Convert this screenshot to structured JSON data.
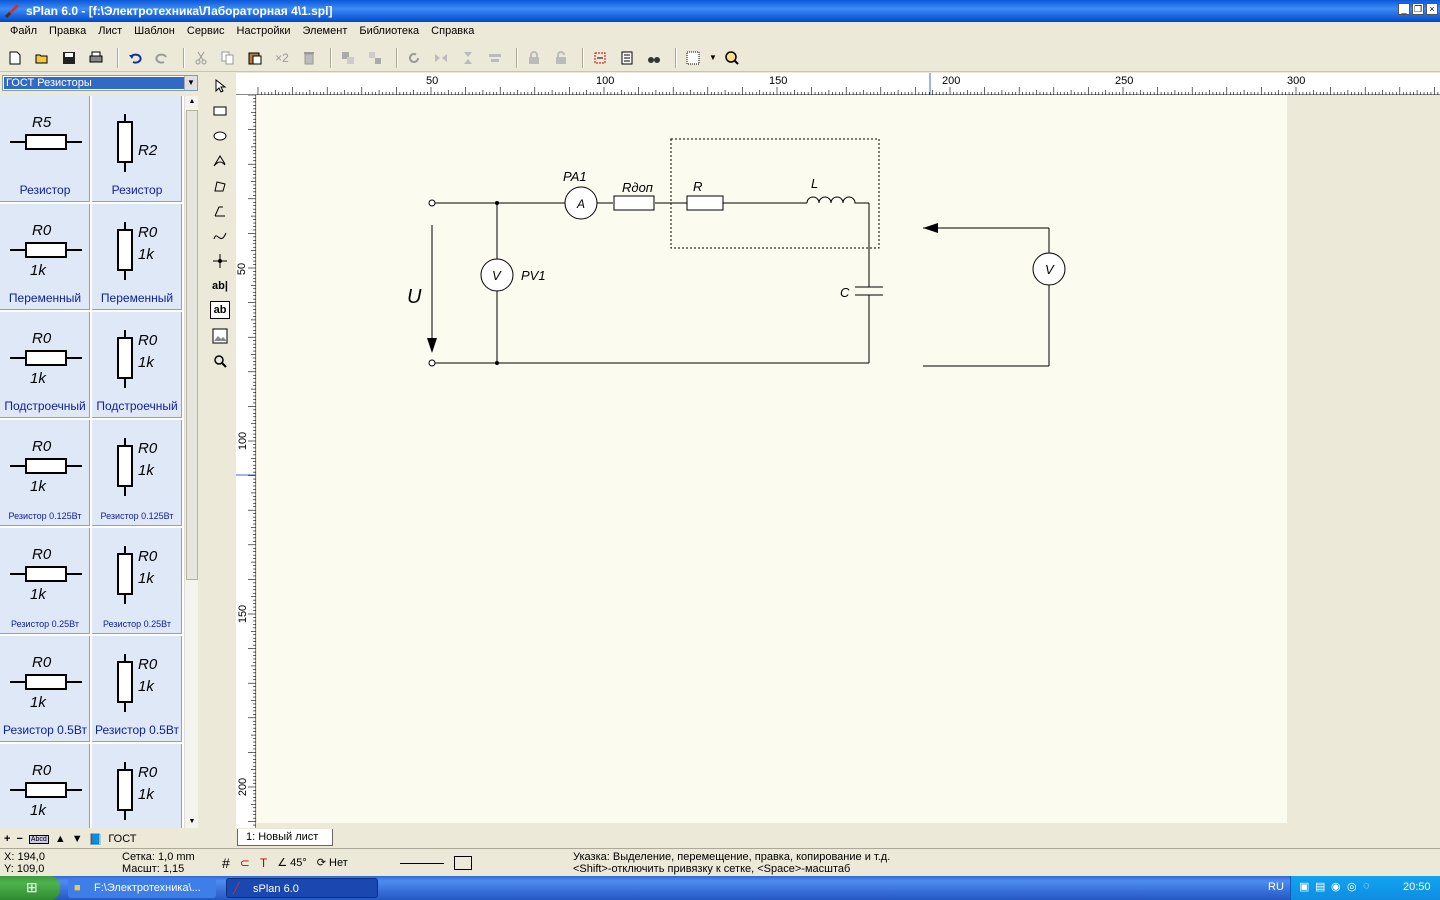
{
  "window": {
    "title": "sPlan 6.0 - [f:\\Электротехника\\Лабораторная 4\\1.spl]"
  },
  "menu": [
    "Файл",
    "Правка",
    "Лист",
    "Шаблон",
    "Сервис",
    "Настройки",
    "Элемент",
    "Библиотека",
    "Справка"
  ],
  "toolbar": {
    "buttons": [
      "new-icon",
      "open-icon",
      "save-icon",
      "print-icon",
      "sep",
      "undo-icon",
      "redo-icon",
      "sep",
      "cut-icon",
      "copy-icon",
      "paste-icon",
      "duplicate-icon",
      "delete-icon",
      "sep",
      "group-icon",
      "ungroup-icon",
      "sep",
      "rotate-icon",
      "mirror-h-icon",
      "mirror-v-icon",
      "align-icon",
      "sep",
      "lock-icon",
      "unlock-icon",
      "sep",
      "export-icon",
      "list-icon",
      "find-icon",
      "sep",
      "grid-icon",
      "dropdown-icon",
      "zoom-icon"
    ],
    "x2_label": "×2"
  },
  "library": {
    "selected": "ГОСТ Резисторы",
    "cells": [
      {
        "label": "Резистор",
        "t1": "R5",
        "t2": ""
      },
      {
        "label": "Резистор",
        "t1": "R2",
        "t2": ""
      },
      {
        "label": "Переменный",
        "t1": "R0",
        "t2": "1k"
      },
      {
        "label": "Переменный",
        "t1": "R0",
        "t2": "1k"
      },
      {
        "label": "Подстроечный",
        "t1": "R0",
        "t2": "1k"
      },
      {
        "label": "Подстроечный",
        "t1": "R0",
        "t2": "1k"
      },
      {
        "label": "Резистор 0.125Вт",
        "t1": "R0",
        "t2": "1k"
      },
      {
        "label": "Резистор 0.125Вт",
        "t1": "R0",
        "t2": "1k"
      },
      {
        "label": "Резистор 0.25Вт",
        "t1": "R0",
        "t2": "1k"
      },
      {
        "label": "Резистор 0.25Вт",
        "t1": "R0",
        "t2": "1k"
      },
      {
        "label": "Резистор 0.5Вт",
        "t1": "R0",
        "t2": "1k"
      },
      {
        "label": "Резистор 0.5Вт",
        "t1": "R0",
        "t2": "1k"
      },
      {
        "label": "",
        "t1": "R0",
        "t2": "1k"
      },
      {
        "label": "",
        "t1": "R0",
        "t2": "1k"
      }
    ],
    "bottom_label": "ГОСТ",
    "abcd": "Abcd"
  },
  "tools": {
    "text1": "ab|",
    "text2": "ab"
  },
  "ruler": {
    "top": [
      "50",
      "100",
      "150",
      "200",
      "250",
      "300"
    ],
    "left": [
      "50",
      "100",
      "150",
      "200"
    ]
  },
  "schematic": {
    "u_label": "U",
    "pa1": "PA1",
    "a": "A",
    "rdop": "Rдоп",
    "r": "R",
    "l": "L",
    "c": "C",
    "v": "V",
    "pv1": "PV1",
    "v2": "V"
  },
  "sheet_tab": "1: Новый лист",
  "status": {
    "x": "X: 194,0",
    "y": "Y: 109,0",
    "grid": "Сетка:  1,0 mm",
    "scale": "Масшт:  1,15",
    "angle": "45°",
    "snap": "Нет",
    "hint1": "Указка: Выделение, перемещение, правка, копирование и т.д.",
    "hint2": "<Shift>-отключить привязку к сетке, <Space>-масштаб"
  },
  "taskbar": {
    "task1": "F:\\Электротехника\\...",
    "task2": "sPlan 6.0",
    "lang": "RU",
    "clock": "20:50"
  }
}
